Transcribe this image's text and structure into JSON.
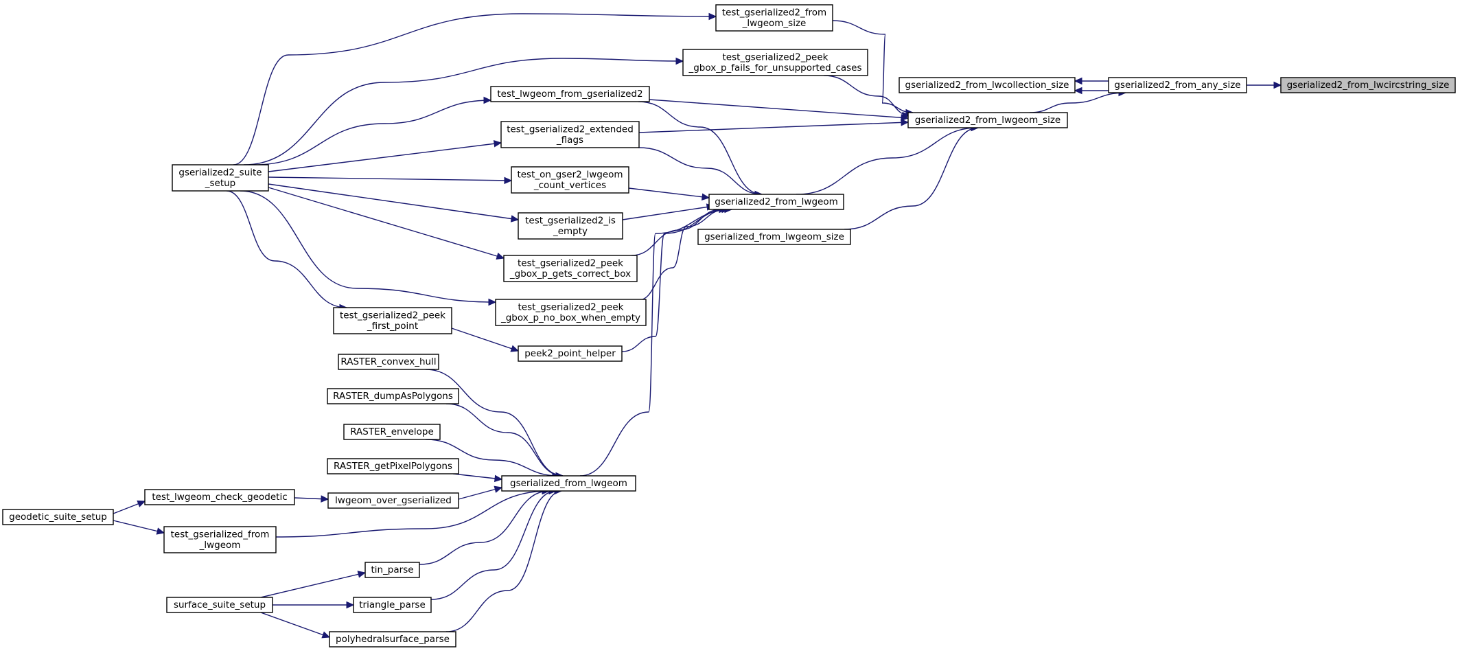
{
  "diagram": {
    "type": "call-graph",
    "colors": {
      "edge": "#191970",
      "root_fill": "#bfbfbf",
      "node_fill": "#ffffff",
      "node_border": "#000000"
    },
    "nodes": [
      {
        "id": "n_root",
        "lines": [
          "gserialized2_from_lwcircstring_size"
        ],
        "highlight": true
      },
      {
        "id": "n_any",
        "lines": [
          "gserialized2_from_any_size"
        ]
      },
      {
        "id": "n_coll",
        "lines": [
          "gserialized2_from_lwcollection_size"
        ]
      },
      {
        "id": "n_lwsize",
        "lines": [
          "gserialized2_from_lwgeom_size"
        ]
      },
      {
        "id": "n_tsize",
        "lines": [
          "test_gserialized2_from",
          "_lwgeom_size"
        ]
      },
      {
        "id": "n_unsup",
        "lines": [
          "test_gserialized2_peek",
          "_gbox_p_fails_for_unsupported_cases"
        ]
      },
      {
        "id": "n_tlw",
        "lines": [
          "test_lwgeom_from_gserialized2"
        ]
      },
      {
        "id": "n_ext",
        "lines": [
          "test_gserialized2_extended",
          "_flags"
        ]
      },
      {
        "id": "n_cnt",
        "lines": [
          "test_on_gser2_lwgeom",
          "_count_vertices"
        ]
      },
      {
        "id": "n_g2lw",
        "lines": [
          "gserialized2_from_lwgeom"
        ]
      },
      {
        "id": "n_gflws",
        "lines": [
          "gserialized_from_lwgeom_size"
        ]
      },
      {
        "id": "n_isempty",
        "lines": [
          "test_gserialized2_is",
          "_empty"
        ]
      },
      {
        "id": "n_gets",
        "lines": [
          "test_gserialized2_peek",
          "_gbox_p_gets_correct_box"
        ]
      },
      {
        "id": "n_nobox",
        "lines": [
          "test_gserialized2_peek",
          "_gbox_p_no_box_when_empty"
        ]
      },
      {
        "id": "n_p2",
        "lines": [
          "peek2_point_helper"
        ]
      },
      {
        "id": "n_first",
        "lines": [
          "test_gserialized2_peek",
          "_first_point"
        ]
      },
      {
        "id": "n_suite",
        "lines": [
          "gserialized2_suite",
          "_setup"
        ]
      },
      {
        "id": "n_hull",
        "lines": [
          "RASTER_convex_hull"
        ]
      },
      {
        "id": "n_dump",
        "lines": [
          "RASTER_dumpAsPolygons"
        ]
      },
      {
        "id": "n_env",
        "lines": [
          "RASTER_envelope"
        ]
      },
      {
        "id": "n_pix",
        "lines": [
          "RASTER_getPixelPolygons"
        ]
      },
      {
        "id": "n_gfl",
        "lines": [
          "gserialized_from_lwgeom"
        ]
      },
      {
        "id": "n_over",
        "lines": [
          "lwgeom_over_gserialized"
        ]
      },
      {
        "id": "n_chk",
        "lines": [
          "test_lwgeom_check_geodetic"
        ]
      },
      {
        "id": "n_geo",
        "lines": [
          "geodetic_suite_setup"
        ]
      },
      {
        "id": "n_tgfl",
        "lines": [
          "test_gserialized_from",
          "_lwgeom"
        ]
      },
      {
        "id": "n_tin",
        "lines": [
          "tin_parse"
        ]
      },
      {
        "id": "n_tri",
        "lines": [
          "triangle_parse"
        ]
      },
      {
        "id": "n_surf",
        "lines": [
          "surface_suite_setup"
        ]
      },
      {
        "id": "n_poly",
        "lines": [
          "polyhedralsurface_parse"
        ]
      }
    ],
    "edges": [
      {
        "from": "n_any",
        "to": "n_root"
      },
      {
        "from": "n_any",
        "to": "n_coll"
      },
      {
        "from": "n_coll",
        "to": "n_any"
      },
      {
        "from": "n_lwsize",
        "to": "n_any"
      },
      {
        "from": "n_tsize",
        "to": "n_lwsize"
      },
      {
        "from": "n_unsup",
        "to": "n_lwsize"
      },
      {
        "from": "n_tlw",
        "to": "n_lwsize"
      },
      {
        "from": "n_ext",
        "to": "n_lwsize"
      },
      {
        "from": "n_g2lw",
        "to": "n_lwsize"
      },
      {
        "from": "n_gflws",
        "to": "n_lwsize"
      },
      {
        "from": "n_tlw",
        "to": "n_g2lw"
      },
      {
        "from": "n_ext",
        "to": "n_g2lw"
      },
      {
        "from": "n_cnt",
        "to": "n_g2lw"
      },
      {
        "from": "n_isempty",
        "to": "n_g2lw"
      },
      {
        "from": "n_gets",
        "to": "n_g2lw"
      },
      {
        "from": "n_nobox",
        "to": "n_g2lw"
      },
      {
        "from": "n_p2",
        "to": "n_g2lw"
      },
      {
        "from": "n_gfl",
        "to": "n_g2lw"
      },
      {
        "from": "n_suite",
        "to": "n_tsize"
      },
      {
        "from": "n_suite",
        "to": "n_unsup"
      },
      {
        "from": "n_suite",
        "to": "n_tlw"
      },
      {
        "from": "n_suite",
        "to": "n_ext"
      },
      {
        "from": "n_suite",
        "to": "n_cnt"
      },
      {
        "from": "n_suite",
        "to": "n_isempty"
      },
      {
        "from": "n_suite",
        "to": "n_gets"
      },
      {
        "from": "n_suite",
        "to": "n_nobox"
      },
      {
        "from": "n_suite",
        "to": "n_first"
      },
      {
        "from": "n_first",
        "to": "n_p2"
      },
      {
        "from": "n_hull",
        "to": "n_gfl"
      },
      {
        "from": "n_dump",
        "to": "n_gfl"
      },
      {
        "from": "n_env",
        "to": "n_gfl"
      },
      {
        "from": "n_pix",
        "to": "n_gfl"
      },
      {
        "from": "n_over",
        "to": "n_gfl"
      },
      {
        "from": "n_tgfl",
        "to": "n_gfl"
      },
      {
        "from": "n_tin",
        "to": "n_gfl"
      },
      {
        "from": "n_tri",
        "to": "n_gfl"
      },
      {
        "from": "n_poly",
        "to": "n_gfl"
      },
      {
        "from": "n_chk",
        "to": "n_over"
      },
      {
        "from": "n_geo",
        "to": "n_chk"
      },
      {
        "from": "n_geo",
        "to": "n_tgfl"
      },
      {
        "from": "n_surf",
        "to": "n_tin"
      },
      {
        "from": "n_surf",
        "to": "n_tri"
      },
      {
        "from": "n_surf",
        "to": "n_poly"
      }
    ]
  }
}
